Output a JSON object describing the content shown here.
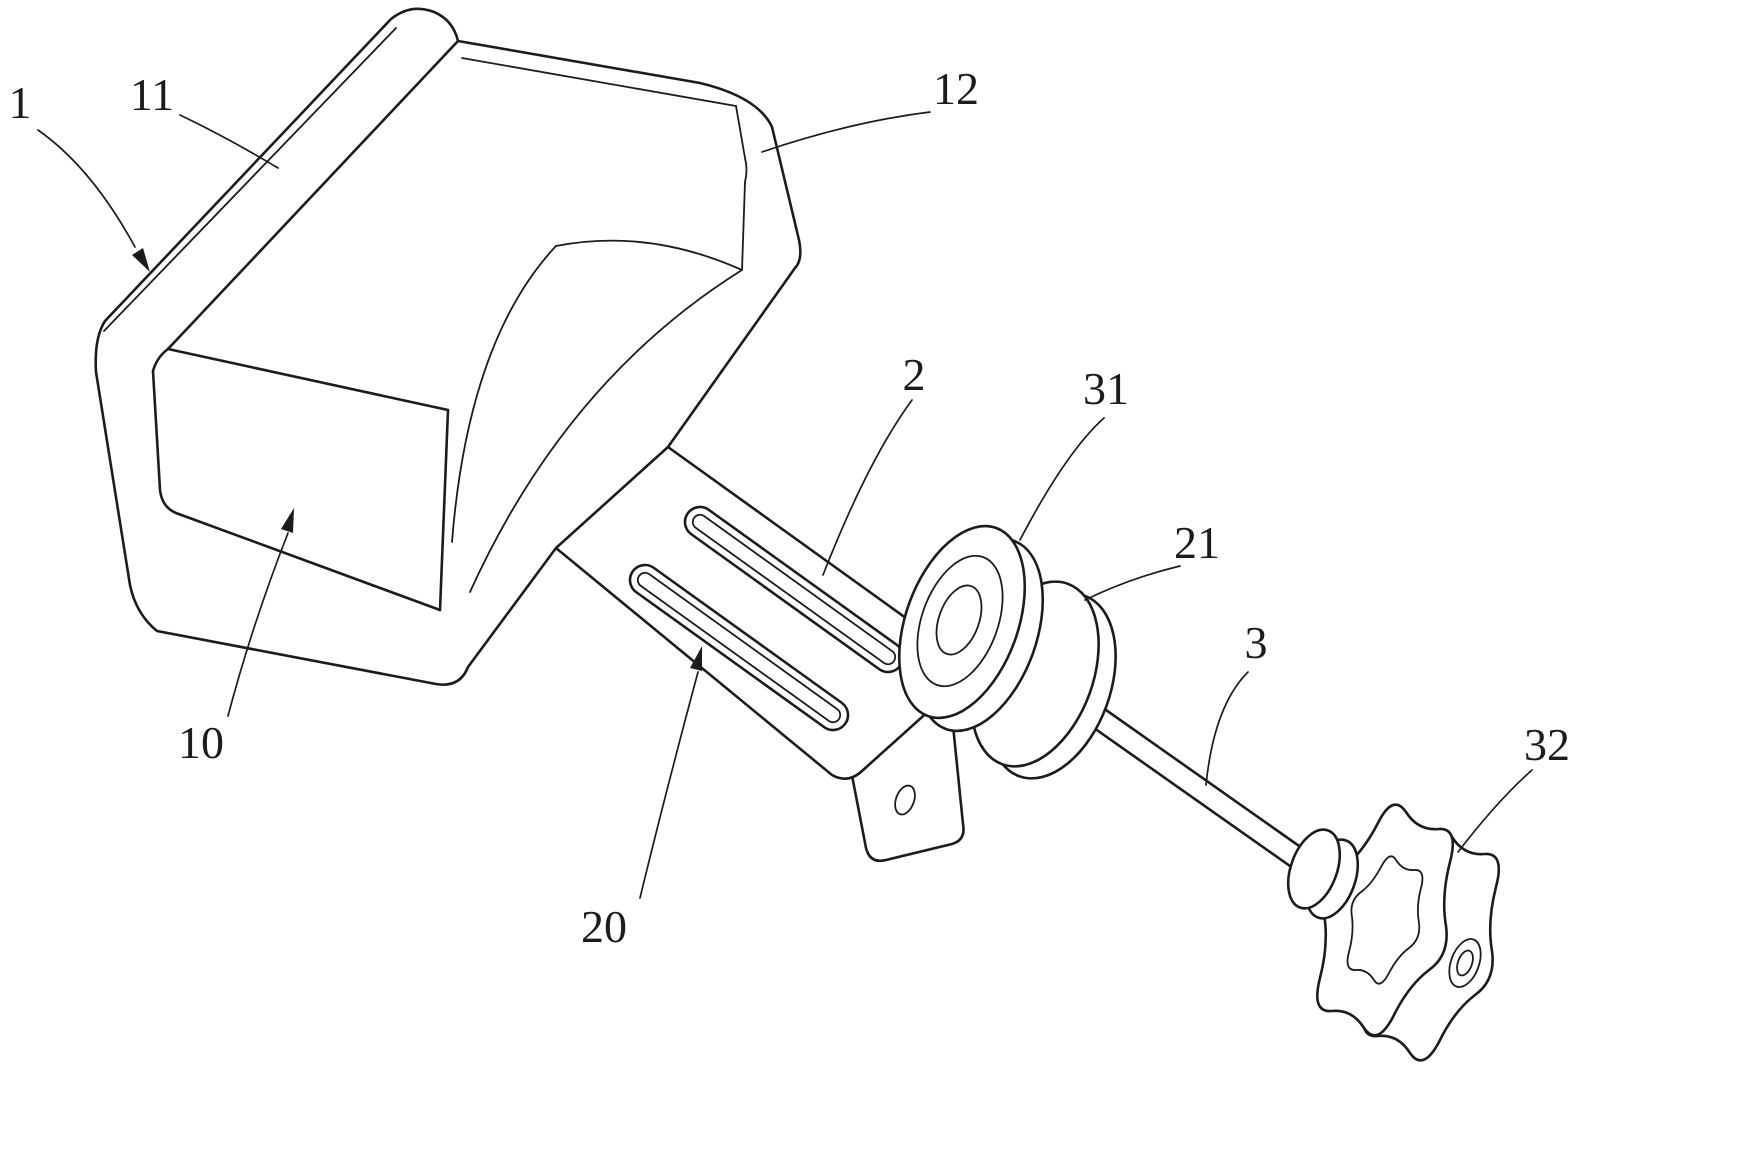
{
  "figure": {
    "background": "#ffffff",
    "ink": "#1c1c1c"
  },
  "labels": [
    {
      "ref": "1"
    },
    {
      "ref": "11"
    },
    {
      "ref": "12"
    },
    {
      "ref": "2"
    },
    {
      "ref": "31"
    },
    {
      "ref": "21"
    },
    {
      "ref": "3"
    },
    {
      "ref": "32"
    },
    {
      "ref": "10"
    },
    {
      "ref": "20"
    }
  ]
}
